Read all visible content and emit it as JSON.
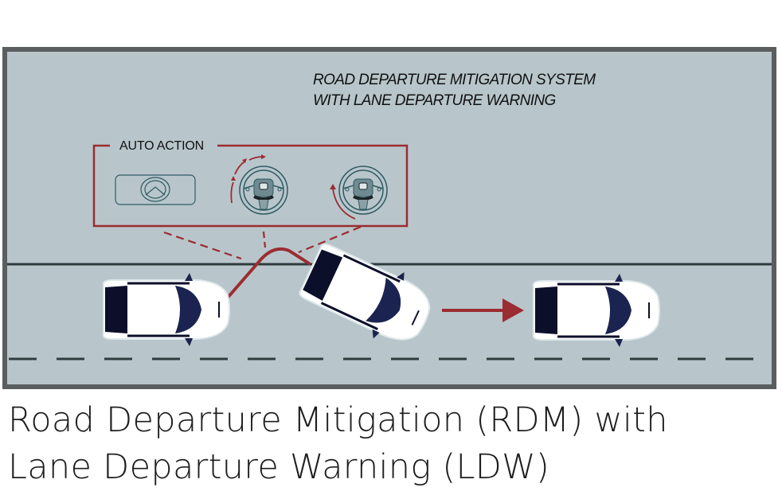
{
  "diagram": {
    "system_title_line1": "ROAD DEPARTURE MITIGATION SYSTEM",
    "system_title_line2": "WITH LANE DEPARTURE WARNING",
    "auto_action_label": "AUTO ACTION",
    "icons": [
      "steering-vibration-display-icon",
      "steering-wheel-turn-right-icon",
      "steering-wheel-turn-left-icon"
    ],
    "colors": {
      "road": "#b8c6cb",
      "frame": "#5a5e5f",
      "accent": "#9b2c31",
      "lane_line": "#2f3b3d",
      "car_body": "#ffffff",
      "car_glass": "#0b0f2a"
    }
  },
  "caption": {
    "line1": "Road Departure Mitigation (RDM) with",
    "line2": "Lane Departure Warning (LDW)"
  }
}
